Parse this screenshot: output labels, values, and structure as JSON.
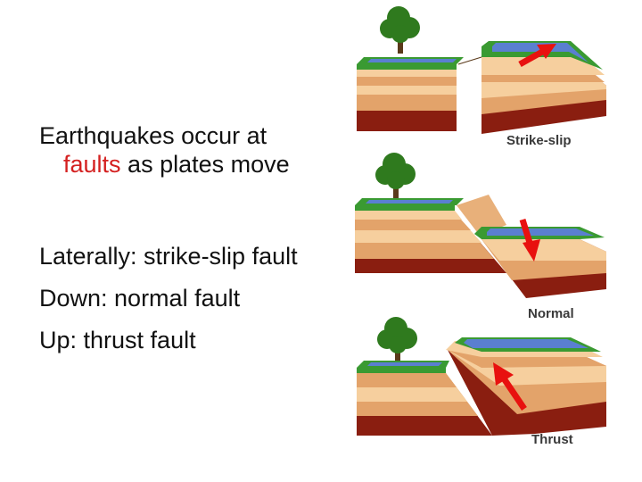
{
  "text": {
    "line1": "Earthquakes occur at",
    "line2_highlight": "faults",
    "line2_rest": " as plates move",
    "line3": "Laterally: strike-slip fault",
    "line4": "Down: normal fault",
    "line5": "Up: thrust fault"
  },
  "diagram": {
    "labels": [
      "Strike-slip",
      "Normal",
      "Thrust"
    ]
  },
  "colors": {
    "highlight": "#d42020",
    "grass": "#3a9a32",
    "water": "#5a7fd0",
    "layer_light": "#f6cf9e",
    "layer_mid": "#e3a36a",
    "layer_dark": "#8a1e10",
    "arrow": "#e8110f"
  }
}
